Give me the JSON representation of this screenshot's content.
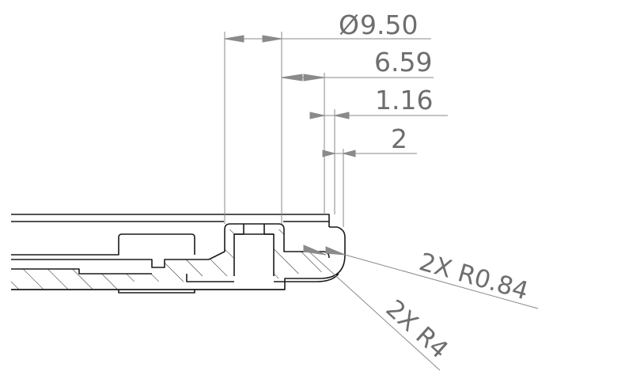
{
  "drawing": {
    "dimensions": {
      "diameter": {
        "symbol": "Ø",
        "value": "9.50"
      },
      "d1": "6.59",
      "d2": "1.16",
      "d3": "2"
    },
    "callouts": {
      "fillet_small": "2X R0.84",
      "fillet_large": "2X R4"
    },
    "colors": {
      "line": "#1a1a1a",
      "dimension": "#8a8a8a",
      "text": "#6e6e6e",
      "background": "#ffffff"
    }
  }
}
